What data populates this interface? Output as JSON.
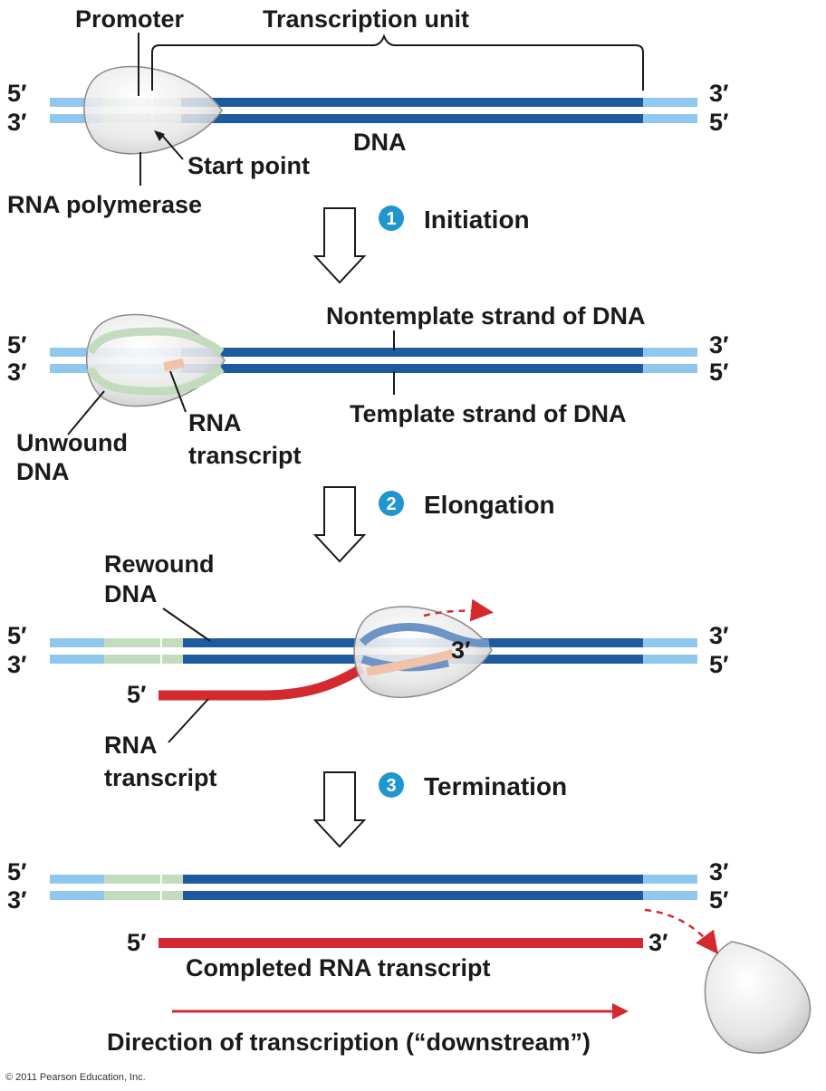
{
  "colors": {
    "dna_dark": "#1d5a9e",
    "dna_light": "#8fc7ee",
    "promoter": "#c4dcbe",
    "rna": "#d42a2f",
    "rna_new": "#f0c2aa",
    "polymerase": "#e9e9e9",
    "step_badge": "#1f96cf"
  },
  "labels": {
    "promoter": "Promoter",
    "transcription_unit": "Transcription unit",
    "dna": "DNA",
    "start_point": "Start point",
    "rna_polymerase": "RNA polymerase",
    "nontemplate_strand": "Nontemplate strand of DNA",
    "template_strand": "Template strand of DNA",
    "unwound_1": "Unwound",
    "unwound_2": "DNA",
    "rna_transcript_1": "RNA",
    "rna_transcript_2": "transcript",
    "rewound_1": "Rewound",
    "rewound_2": "DNA",
    "completed_rna": "Completed RNA transcript",
    "direction": "Direction of transcription (“downstream”)",
    "copyright": "© 2011 Pearson Education, Inc."
  },
  "ends": {
    "five": "5′",
    "three": "3′"
  },
  "steps": [
    {
      "num": "1",
      "name": "Initiation"
    },
    {
      "num": "2",
      "name": "Elongation"
    },
    {
      "num": "3",
      "name": "Termination"
    }
  ]
}
